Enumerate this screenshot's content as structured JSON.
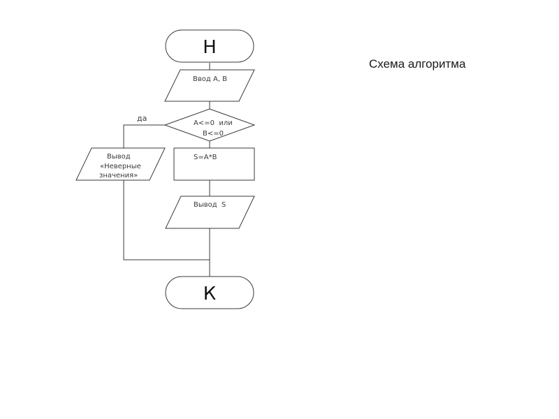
{
  "title": "Схема алгоритма",
  "flowchart": {
    "start": "Н",
    "input": "Ввод А, В",
    "condition": {
      "line1": "А<=0  или",
      "line2": "В<=0",
      "yes_label": "да"
    },
    "error_output": {
      "line1": "Вывод",
      "line2": "«Неверные",
      "line3": "значения»"
    },
    "process": "S=A*B",
    "output": "Вывод  S",
    "end": "К"
  }
}
